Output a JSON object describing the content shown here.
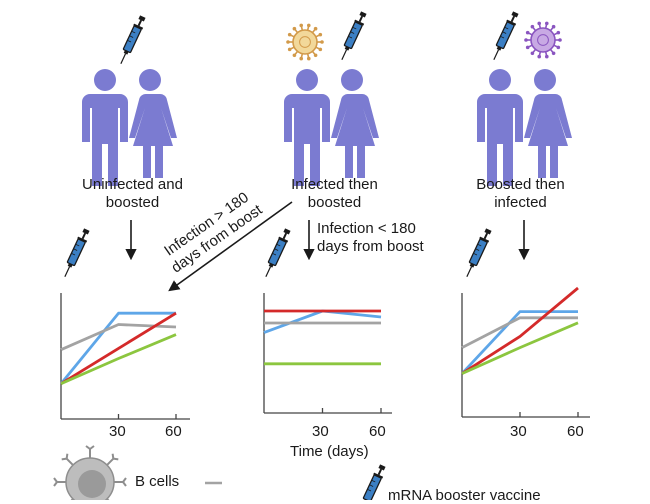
{
  "groups": [
    {
      "label_line1": "Uninfected and",
      "label_line2": "boosted"
    },
    {
      "label_line1": "Infected then",
      "label_line2": "boosted"
    },
    {
      "label_line1": "Boosted then",
      "label_line2": "infected"
    }
  ],
  "annotations": {
    "diag_line1": "Infection > 180",
    "diag_line2": "days from boost",
    "mid_line1": "Infection < 180",
    "mid_line2": "days from boost"
  },
  "x_axis": {
    "label": "Time (days)",
    "ticks": [
      "30",
      "60"
    ]
  },
  "legend": {
    "b_cells": "B cells",
    "vaccine": "mRNA booster vaccine"
  },
  "colors": {
    "person": "#7b7bd1",
    "arrow": "#1a1a1a",
    "line_blue": "#5ea6e8",
    "line_red": "#d42a2a",
    "line_gray": "#a3a3a3",
    "line_green": "#8cc63f",
    "virus_gold_fill": "#f2d89a",
    "virus_gold_stroke": "#d29a4a",
    "virus_purple_fill": "#c8a9e4",
    "virus_purple_stroke": "#8a55c0",
    "syringe_blue": "#3b7fc4"
  },
  "chart_data": [
    {
      "type": "line",
      "x": [
        0,
        30,
        60
      ],
      "xlim": [
        0,
        60
      ],
      "ylim": [
        0,
        100
      ],
      "series": [
        {
          "color_key": "line_blue",
          "values": [
            28,
            84,
            84
          ]
        },
        {
          "color_key": "line_gray",
          "values": [
            55,
            75,
            73
          ]
        },
        {
          "color_key": "line_red",
          "values": [
            28,
            56,
            84
          ]
        },
        {
          "color_key": "line_green",
          "values": [
            28,
            48,
            67
          ]
        }
      ]
    },
    {
      "type": "line",
      "x": [
        0,
        30,
        60
      ],
      "xlim": [
        0,
        60
      ],
      "ylim": [
        0,
        100
      ],
      "series": [
        {
          "color_key": "line_blue",
          "values": [
            67,
            85,
            80
          ]
        },
        {
          "color_key": "line_gray",
          "values": [
            75,
            75,
            75
          ]
        },
        {
          "color_key": "line_red",
          "values": [
            85,
            85,
            85
          ]
        },
        {
          "color_key": "line_green",
          "values": [
            41,
            41,
            41
          ]
        }
      ]
    },
    {
      "type": "line",
      "x": [
        0,
        30,
        60
      ],
      "xlim": [
        0,
        60
      ],
      "ylim": [
        0,
        100
      ],
      "series": [
        {
          "color_key": "line_blue",
          "values": [
            35,
            85,
            85
          ]
        },
        {
          "color_key": "line_gray",
          "values": [
            56,
            80,
            80
          ]
        },
        {
          "color_key": "line_red",
          "values": [
            35,
            65,
            104
          ]
        },
        {
          "color_key": "line_green",
          "values": [
            35,
            56,
            76
          ]
        }
      ]
    }
  ]
}
